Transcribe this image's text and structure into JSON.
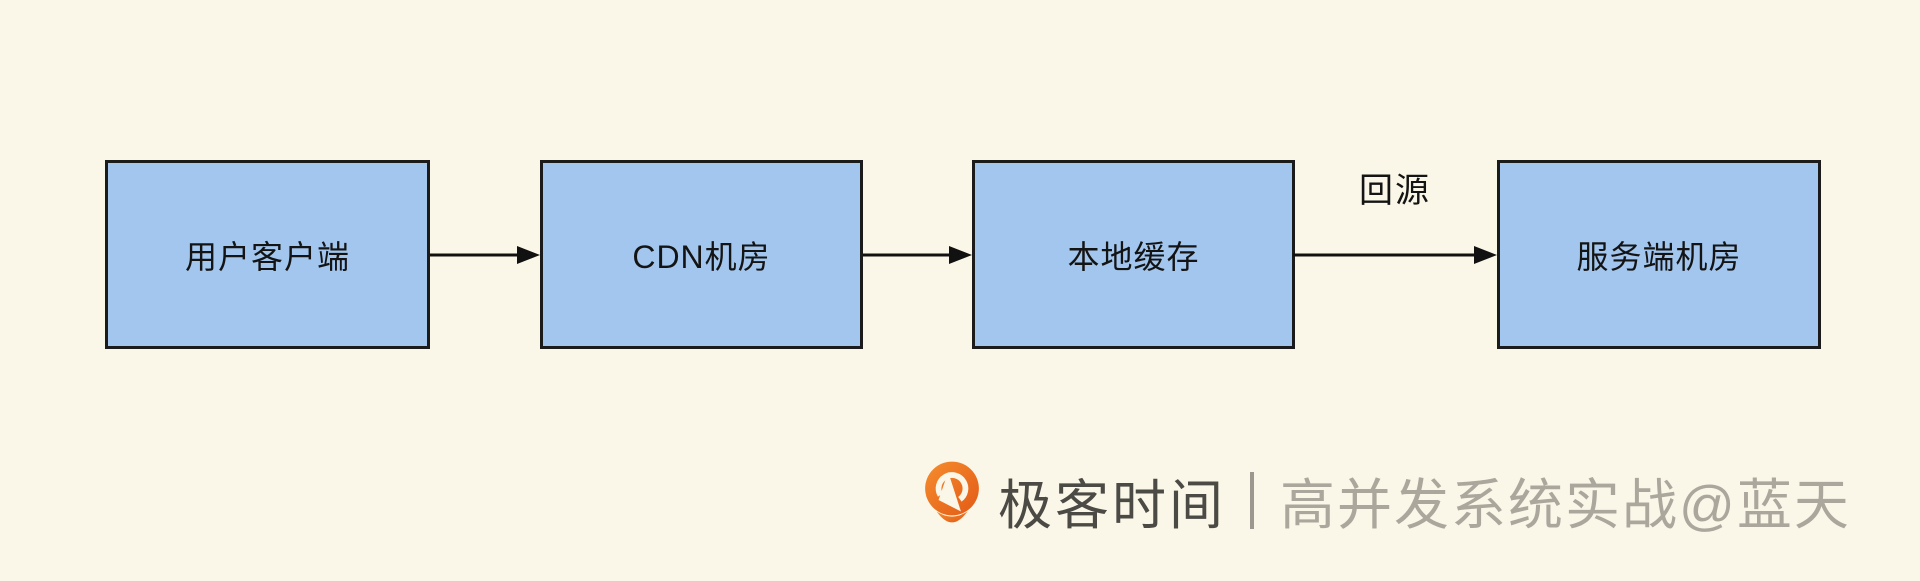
{
  "diagram": {
    "nodes": [
      {
        "id": "user-client",
        "label": "用户客户端"
      },
      {
        "id": "cdn-room",
        "label": "CDN机房"
      },
      {
        "id": "local-cache",
        "label": "本地缓存"
      },
      {
        "id": "server-room",
        "label": "服务端机房"
      }
    ],
    "edges": [
      {
        "from": "用户客户端",
        "to": "CDN机房",
        "label": ""
      },
      {
        "from": "CDN机房",
        "to": "本地缓存",
        "label": ""
      },
      {
        "from": "本地缓存",
        "to": "服务端机房",
        "label": "回源"
      }
    ]
  },
  "watermark": {
    "logo_icon": "geektime-pin-logo",
    "brand": "极客时间",
    "caption": "高并发系统实战@蓝天"
  },
  "colors": {
    "background": "#FAF7E8",
    "node_fill": "#A2C6EE",
    "node_border": "#1B1B1B",
    "arrow": "#111111",
    "label_text": "#141414",
    "logo_orange": "#EF711C",
    "brand_text": "#4C4A45",
    "caption_text": "#ACA79D",
    "divider": "#9C9890"
  }
}
